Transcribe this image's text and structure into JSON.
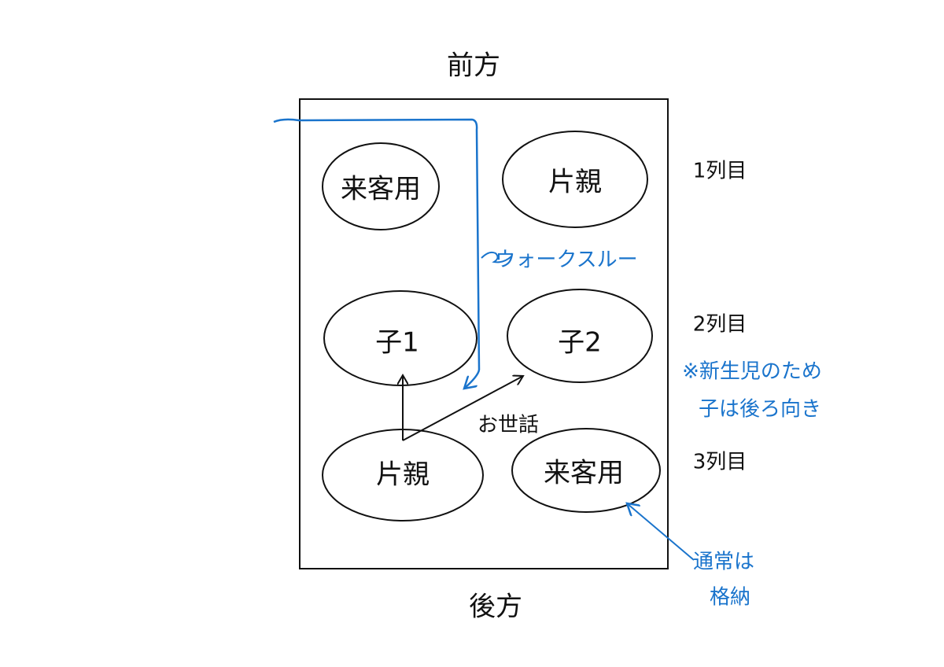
{
  "title_front": "前方",
  "title_back": "後方",
  "rows": [
    {
      "label": "1列目",
      "left_seat": "来客用",
      "right_seat": "片親"
    },
    {
      "label": "2列目",
      "left_seat": "子1",
      "right_seat": "子2"
    },
    {
      "label": "3列目",
      "left_seat": "片親",
      "right_seat": "来客用"
    }
  ],
  "annotations": {
    "walkthrough": "ウォークスルー",
    "care": "お世話",
    "newborn_note_line1": "※新生児のため",
    "newborn_note_line2": "子は後ろ向き",
    "stowed_line1": "通常は",
    "stowed_line2": "格納"
  },
  "colors": {
    "ink": "#111111",
    "blue": "#1a74cc"
  }
}
